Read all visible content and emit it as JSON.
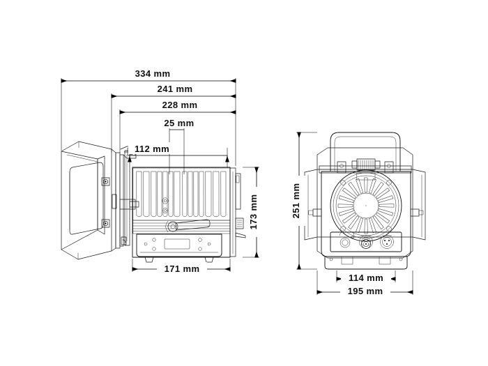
{
  "document": {
    "type": "technical-dimension-drawing",
    "subject": "LED fresnel stage light fixture with barndoors",
    "background_color": "#ffffff",
    "line_color": "#1a1a1a",
    "text_color": "#111111",
    "views": [
      {
        "id": "side-view",
        "name": "Side elevation view (left)"
      },
      {
        "id": "front-view",
        "name": "Front elevation view (right)"
      }
    ]
  },
  "dimensions": {
    "side_view": [
      {
        "id": "dim-334",
        "label": "334 mm",
        "value": 334,
        "unit": "mm",
        "orientation": "horizontal",
        "description": "Overall depth including barndoors"
      },
      {
        "id": "dim-241",
        "label": "241 mm",
        "value": 241,
        "unit": "mm",
        "orientation": "horizontal",
        "description": "Depth from lens frame to rear"
      },
      {
        "id": "dim-228",
        "label": "228 mm",
        "value": 228,
        "unit": "mm",
        "orientation": "horizontal",
        "description": "Body depth"
      },
      {
        "id": "dim-25",
        "label": "25 mm",
        "value": 25,
        "unit": "mm",
        "orientation": "horizontal",
        "description": "Detail width"
      },
      {
        "id": "dim-112",
        "label": "112 mm",
        "value": 112,
        "unit": "mm",
        "orientation": "horizontal",
        "description": "Front accessory holder offset"
      },
      {
        "id": "dim-171",
        "label": "171 mm",
        "value": 171,
        "unit": "mm",
        "orientation": "horizontal",
        "description": "Base housing depth"
      },
      {
        "id": "dim-173",
        "label": "173 mm",
        "value": 173,
        "unit": "mm",
        "orientation": "vertical",
        "description": "Body height"
      }
    ],
    "front_view": [
      {
        "id": "dim-251",
        "label": "251 mm",
        "value": 251,
        "unit": "mm",
        "orientation": "vertical",
        "description": "Overall height including yoke"
      },
      {
        "id": "dim-114",
        "label": "114 mm",
        "value": 114,
        "unit": "mm",
        "orientation": "horizontal",
        "description": "Base plate width"
      },
      {
        "id": "dim-195",
        "label": "195 mm",
        "value": 195,
        "unit": "mm",
        "orientation": "horizontal",
        "description": "Overall width"
      }
    ]
  },
  "features": {
    "front": {
      "fan_blade_count": 20,
      "connectors": [
        "power-inlet",
        "xlr-input",
        "xlr-output"
      ],
      "has_yoke_handle": true,
      "has_barndoors": true
    },
    "side": {
      "has_heatsink_fins": true,
      "has_display_panel": true,
      "has_tilt_knob": true,
      "has_barndoors": true
    }
  }
}
